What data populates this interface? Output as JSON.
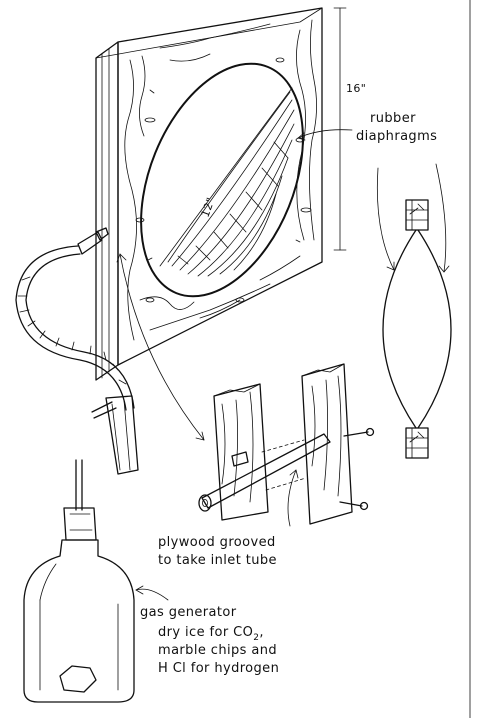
{
  "labels": {
    "dim_height": "16\"",
    "dim_diameter": "12\"",
    "rubber_line1": "rubber",
    "rubber_line2": "diaphragms",
    "plywood_line1": "plywood grooved",
    "plywood_line2": "to take inlet tube",
    "gas_line1": "gas generator",
    "gas_line2": "dry ice for CO",
    "gas_line2_sub": "2",
    "gas_line2_tail": ",",
    "gas_line3": "marble chips and",
    "gas_line4": "H Cl for hydrogen"
  },
  "colors": {
    "ink": "#111111",
    "paper": "#ffffff"
  }
}
